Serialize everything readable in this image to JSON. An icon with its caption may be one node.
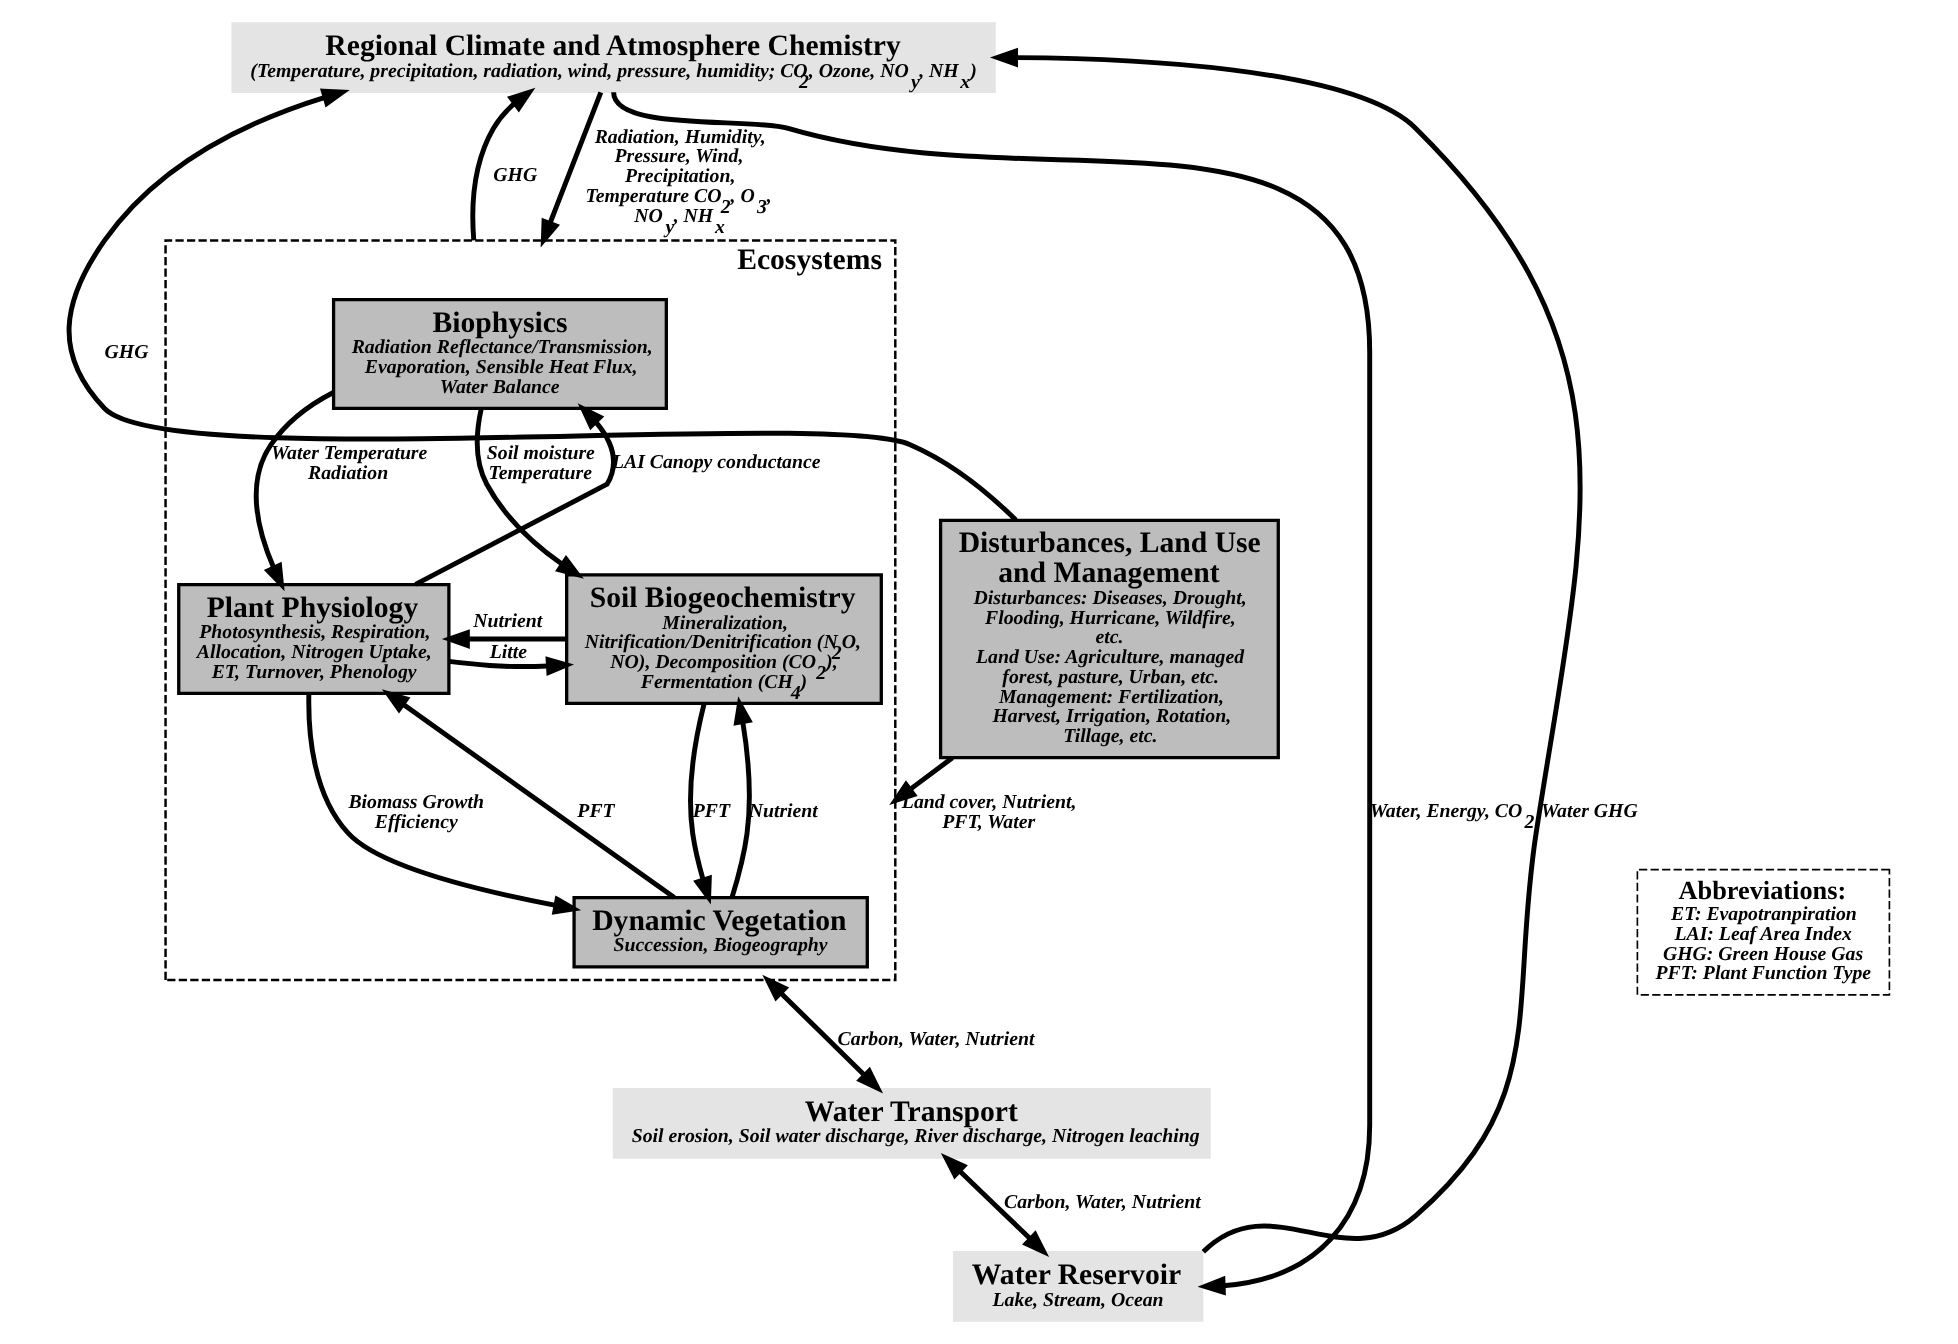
{
  "diagram": {
    "nodes": [
      {
        "text": [
          "Regional Climate and Atmosphere Chemistry",
          "(Temperature, precipitation, radiation, wind, pressure, humidity; CO$_{2}$, Ozone, NO$_{y}$, NH$_{x}$)"
        ]
      },
      {
        "text": [
          "Ecosystems"
        ]
      },
      {
        "text": [
          "Biophysics",
          "Radiation Reflectance/Transmission, Evaporation, Sensible Heat Flux, Water Balance"
        ],
        "in": 1
      },
      {
        "text": [
          "Plant Physiology",
          "Photosynthesis, Respiration, Allocation, Nitrogen Uptake, ET, Turnover, Phenology"
        ],
        "in": 1
      },
      {
        "text": [
          "Soil Biogeochemistry",
          "Mineralization, Nitrification/Denitrification (N$_{2}$O, NO), Decomposition (CO$_{2}$), Fermentation (CH$_{4}$)"
        ],
        "in": 1
      },
      {
        "text": [
          "Dynamic Vegetation",
          "Succession, Biogeography"
        ],
        "in": 1
      },
      {
        "text": [
          "Disturbances, Land Use and Management",
          "Disturbances: Diseases, Drought, Flooding, Hurricane, Wildfire, etc.",
          "Land Use: Agriculture, managed forest, pasture, Urban, etc.",
          "Management: Fertilization, Harvest, Irrigation, Rotation, Tillage, etc."
        ]
      },
      {
        "text": [
          "Abbreviations:",
          "ET: Evapotranpiration",
          "LAI: Leaf Area Index",
          "GHG: Green House Gas",
          "PFT: Plant Function Type"
        ]
      },
      {
        "text": [
          "Water Transport",
          "Soil erosion, Soil water discharge, River discharge, Nitrogen leaching"
        ]
      },
      {
        "text": [
          "Water Reservoir",
          "Lake, Stream, Ocean"
        ]
      }
    ],
    "edges": [
      {
        "from": 6,
        "to": 0,
        "arrow": "to",
        "label": "GHG"
      },
      {
        "from": 1,
        "to": 0,
        "arrow": "to",
        "label": "GHG"
      },
      {
        "from": 0,
        "to": 1,
        "arrow": "to",
        "label": "Radiation, Humidity, Pressure, Wind, Precipitation, Temperature CO$_{2}$, O$_{3}$, NO$_{y}$, NH$_{x}$"
      },
      {
        "from": 9,
        "to": 0,
        "arrow": "to",
        "label": "Water GHG"
      },
      {
        "from": 0,
        "to": 9,
        "arrow": "to",
        "label": "Water, Energy, CO$_{2}$"
      },
      {
        "from": 6,
        "to": 1,
        "arrow": "to",
        "label": "Land cover, Nutrient, PFT, Water"
      },
      {
        "from": 2,
        "to": 3,
        "arrow": "to",
        "label": "Water Temperature Radiation"
      },
      {
        "from": 3,
        "to": 2,
        "arrow": "to",
        "label": "LAI Canopy conductance"
      },
      {
        "from": 2,
        "to": 4,
        "arrow": "to",
        "label": "Soil moisture Temperature"
      },
      {
        "from": 3,
        "to": 4,
        "arrow": "to",
        "label": "Litte"
      },
      {
        "from": 4,
        "to": 3,
        "arrow": "to",
        "label": "Nutrient"
      },
      {
        "from": 3,
        "to": 5,
        "arrow": "to",
        "label": "Biomass Growth Efficiency"
      },
      {
        "from": 5,
        "to": 3,
        "arrow": "to",
        "label": "PFT"
      },
      {
        "from": 5,
        "to": 4,
        "arrow": "to",
        "label": "Nutrient"
      },
      {
        "from": 4,
        "to": 5,
        "arrow": "to",
        "label": "PFT"
      },
      {
        "from": 1,
        "to": 8,
        "arrow": "both",
        "label": "Carbon, Water, Nutrient"
      },
      {
        "from": 8,
        "to": 9,
        "arrow": "both",
        "label": "Carbon, Water, Nutrient"
      }
    ]
  }
}
